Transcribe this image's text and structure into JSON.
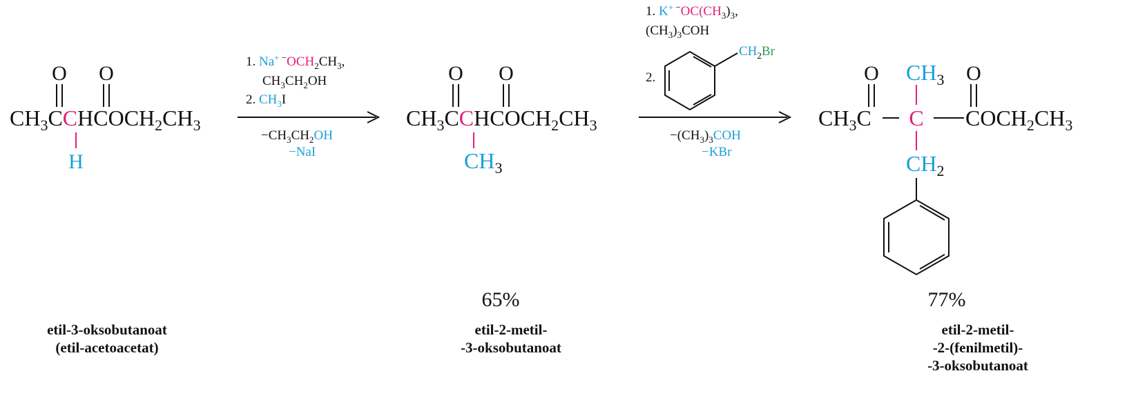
{
  "colors": {
    "black": "#111111",
    "cyan": "#1aa0d8",
    "magenta": "#e0207a",
    "green": "#2a9d5c"
  },
  "compound1": {
    "carbonyl_o": "O",
    "formula_parts": [
      "CH",
      "3",
      "C",
      "C",
      "HCOCH",
      "2",
      "CH",
      "3"
    ],
    "h_label": "H",
    "name_line1": "etil-3-oksobutanoat",
    "name_line2": "(etil-acetoacetat)"
  },
  "arrow1": {
    "reagent_line1": [
      "1. ",
      "Na",
      "+",
      " ",
      "−",
      "OCH",
      "2",
      "CH",
      "3",
      ","
    ],
    "reagent_line2": [
      "CH",
      "3",
      "CH",
      "2",
      "OH"
    ],
    "reagent_line3": [
      "2. ",
      "CH",
      "3",
      "I"
    ],
    "byproduct1": [
      "−CH",
      "3",
      "CH",
      "2",
      "OH"
    ],
    "byproduct2": "−NaI"
  },
  "compound2": {
    "carbonyl_o": "O",
    "formula_parts": [
      "CH",
      "3",
      "C",
      "C",
      "HCOCH",
      "2",
      "CH",
      "3"
    ],
    "methyl": [
      "CH",
      "3"
    ],
    "yield": "65%",
    "name_line1": "etil-2-metil-",
    "name_line2": "-3-oksobutanoat"
  },
  "arrow2": {
    "reagent_line1": [
      "1. ",
      "K",
      "+",
      " ",
      "−",
      "OC(CH",
      "3",
      ")",
      "3",
      ","
    ],
    "reagent_line2": [
      "(CH",
      "3",
      ")",
      "3",
      "COH"
    ],
    "reagent_step2": "2.",
    "benzyl_label": [
      "CH",
      "2",
      "Br"
    ],
    "byproduct1": [
      "−(CH",
      "3",
      ")",
      "3",
      "COH"
    ],
    "byproduct2": "−KBr"
  },
  "compound3": {
    "carbonyl_o": "O",
    "left_group": [
      "CH",
      "3",
      "C"
    ],
    "center_c": "C",
    "right_group": [
      "COCH",
      "2",
      "CH",
      "3"
    ],
    "top_group": [
      "CH",
      "3"
    ],
    "ch2_group": [
      "CH",
      "2"
    ],
    "yield": "77%",
    "name_line1": "etil-2-metil-",
    "name_line2": "-2-(fenilmetil)-",
    "name_line3": "-3-oksobutanoat"
  }
}
